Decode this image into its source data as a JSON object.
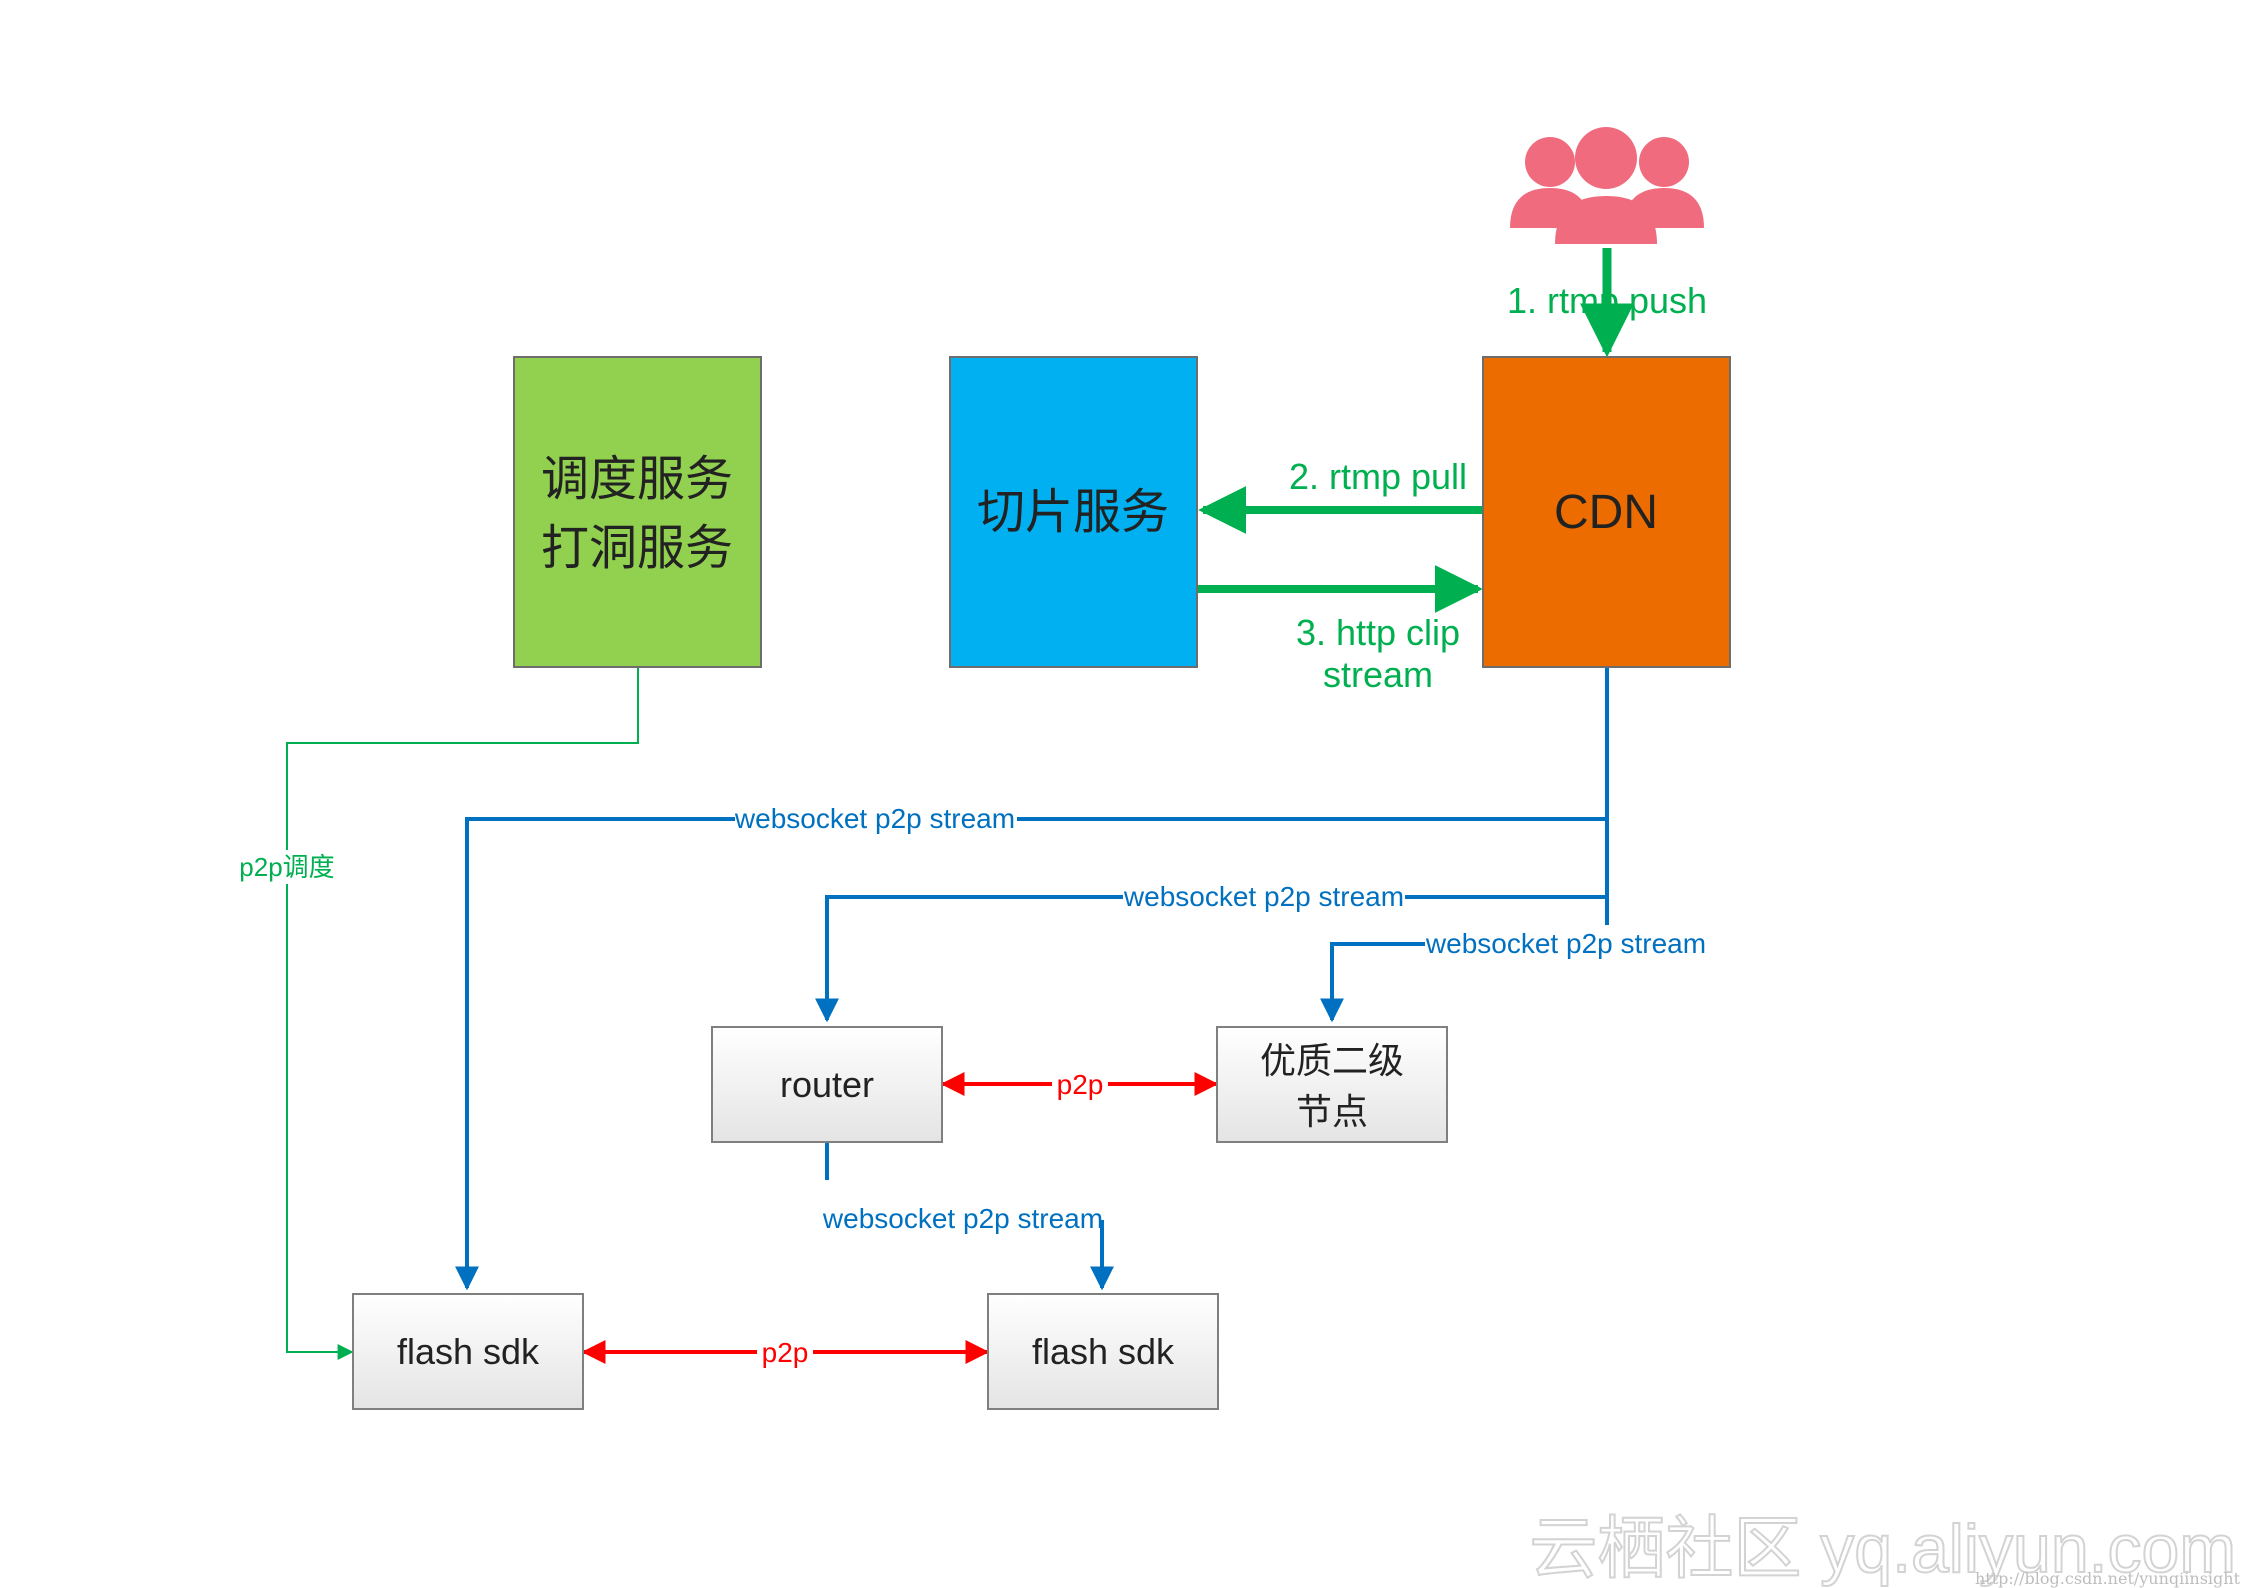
{
  "nodes": {
    "scheduler": {
      "line1": "调度服务",
      "line2": "打洞服务",
      "fill": "#92d050"
    },
    "slicer": {
      "label": "切片服务",
      "fill": "#00b0f0"
    },
    "cdn": {
      "label": "CDN",
      "fill": "#ec6c00"
    },
    "router": {
      "label": "router"
    },
    "premium": {
      "line1": "优质二级",
      "line2": "节点"
    },
    "sdk_left": {
      "label": "flash sdk"
    },
    "sdk_right": {
      "label": "flash sdk"
    }
  },
  "edges": {
    "rtmp_push": "1. rtmp push",
    "rtmp_pull": "2. rtmp pull",
    "http_clip_line1": "3. http clip",
    "http_clip_line2": "stream",
    "ws1": "websocket p2p stream",
    "ws2": "websocket p2p stream",
    "ws3": "websocket p2p stream",
    "ws4": "websocket p2p stream",
    "p2p_sched": "p2p调度",
    "p2p_top": "p2p",
    "p2p_bottom": "p2p"
  },
  "watermark": {
    "brand": "云栖社区 yq.aliyun.com",
    "url": "http://blog.csdn.net/yunqiinsight"
  },
  "colors": {
    "green_arrow": "#00b050",
    "blue_arrow": "#0070c0",
    "red_arrow": "#ff0000",
    "users_icon": "#f06b7e",
    "box_border": "#7f7f7f"
  }
}
